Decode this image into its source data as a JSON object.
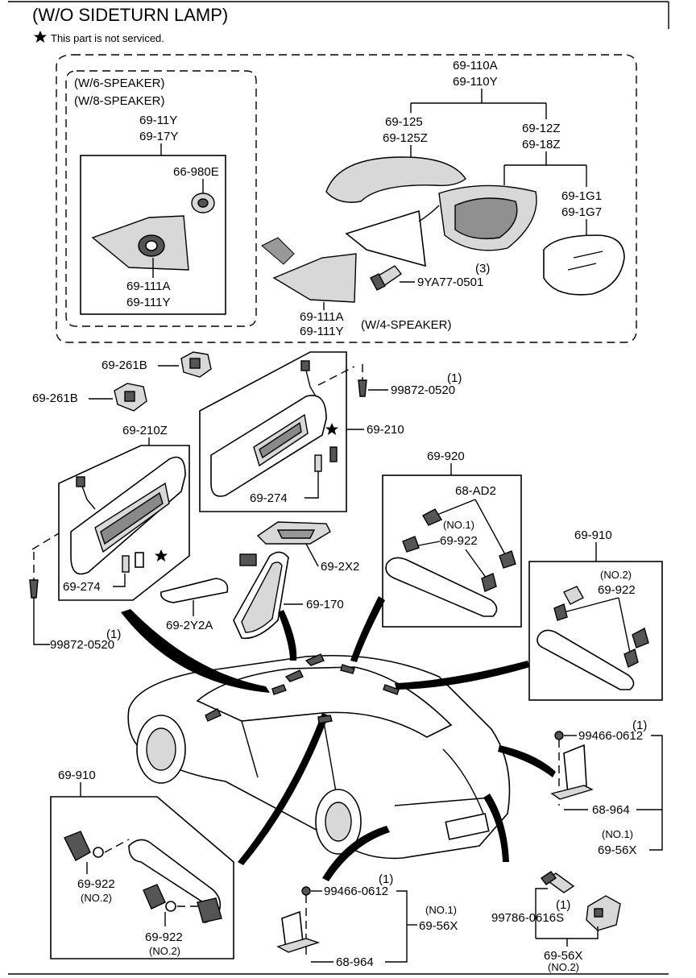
{
  "header": {
    "title": "(W/O SIDETURN LAMP)",
    "note": "This part is not serviced."
  },
  "mirror_group": {
    "speaker_variants": [
      "(W/6-SPEAKER)",
      "(W/8-SPEAKER)"
    ],
    "labels": {
      "p69_11Y": "69-11Y",
      "p69_17Y": "69-17Y",
      "p66_980E": "66-980E",
      "p69_111A_a": "69-111A",
      "p69_111Y_a": "69-111Y",
      "p69_110A": "69-110A",
      "p69_110Y": "69-110Y",
      "p69_125": "69-125",
      "p69_125Z": "69-125Z",
      "p69_12Z": "69-12Z",
      "p69_18Z": "69-18Z",
      "p69_1G1": "69-1G1",
      "p69_1G7": "69-1G7",
      "qty_3": "(3)",
      "p9YA77_0501": "9YA77-0501",
      "p69_111A_b": "69-111A",
      "p69_111Y_b": "69-111Y",
      "w4_speaker": "(W/4-SPEAKER)"
    }
  },
  "visor_group": {
    "labels": {
      "p69_261B_a": "69-261B",
      "p69_261B_b": "69-261B",
      "qty_1_a": "(1)",
      "p99872_0520_a": "99872-0520",
      "p69_210": "69-210",
      "p69_210Z": "69-210Z",
      "p69_274_a": "69-274",
      "p69_274_b": "69-274",
      "qty_1_b": "(1)",
      "p99872_0520_b": "99872-0520"
    }
  },
  "center_group": {
    "labels": {
      "p69_2X2": "69-2X2",
      "p69_170": "69-170",
      "p69_2Y2A": "69-2Y2A",
      "p69_920": "69-920",
      "p68_AD2": "68-AD2",
      "no1": "(NO.1)",
      "p69_922_a": "69-922",
      "p69_910_a": "69-910",
      "no2_a": "(NO.2)",
      "p69_922_b": "69-922"
    }
  },
  "lower_group": {
    "labels": {
      "qty_1_c": "(1)",
      "p99466_0612_a": "99466-0612",
      "p68_964_a": "68-964",
      "no1_b": "(NO.1)",
      "p69_56X_a": "69-56X",
      "p69_910_b": "69-910",
      "p69_922_c": "69-922",
      "no2_b": "(NO.2)",
      "p69_922_d": "69-922",
      "no2_c": "(NO.2)",
      "qty_1_d": "(1)",
      "p99466_0612_b": "99466-0612",
      "no1_c": "(NO.1)",
      "p69_56X_b": "69-56X",
      "p68_964_b": "68-964",
      "qty_1_e": "(1)",
      "p99786_0616S": "99786-0616S",
      "p69_56X_c": "69-56X",
      "no2_d": "(NO.2)"
    }
  }
}
